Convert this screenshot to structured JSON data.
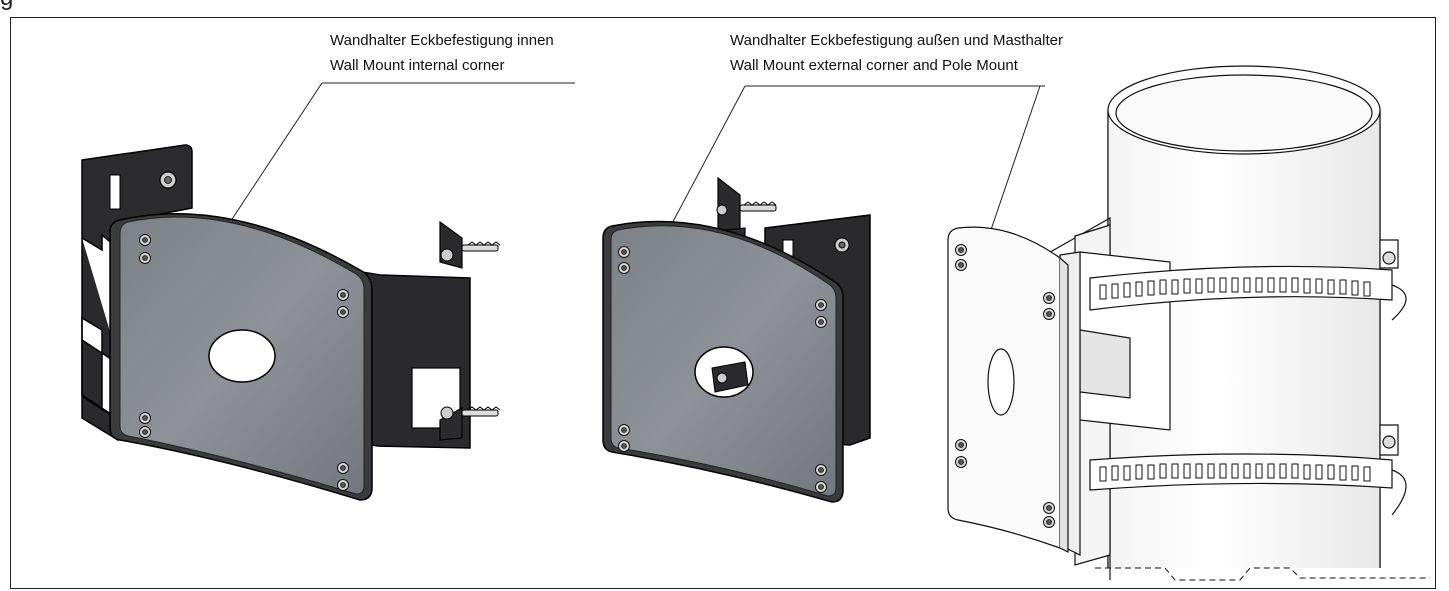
{
  "header": {
    "title_fragment": "g"
  },
  "callouts": {
    "internal_corner": {
      "line1": "Wandhalter Eckbefestigung innen",
      "line2": "Wall Mount internal corner"
    },
    "external_corner_pole": {
      "line1": "Wandhalter Eckbefestigung außen und Masthalter",
      "line2": "Wall Mount external corner and Pole  Mount"
    }
  },
  "colors": {
    "plate_grey": "#868a90",
    "bracket_black": "#2a2a2c",
    "line": "#222222",
    "pole_white": "#ffffff"
  },
  "icons": [
    "internal-corner-mount-drawing",
    "external-corner-mount-drawing",
    "pole-mount-drawing"
  ]
}
